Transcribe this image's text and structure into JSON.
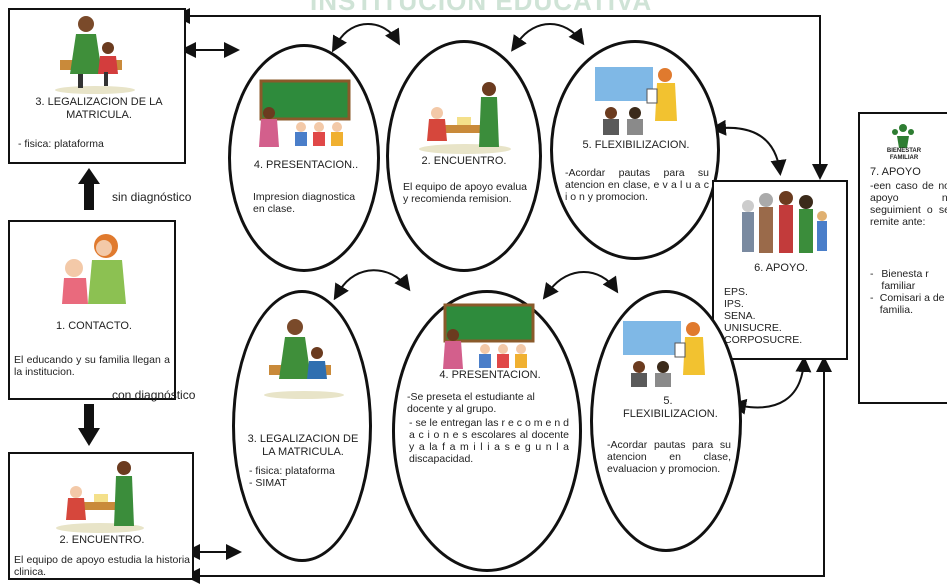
{
  "watermark": "INSTITUCION EDUCATIVA",
  "labels": {
    "sin_diagnostico": "sin diagnóstico",
    "con_diagnostico": "con diagnóstico"
  },
  "top_row": {
    "legalizacion": {
      "title": "3. LEGALIZACION DE LA MATRICULA.",
      "text": "- fisica: plataforma"
    },
    "presentacion": {
      "title": "4. PRESENTACION..",
      "text": "Impresion diagnostica en clase."
    },
    "encuentro": {
      "title": "2. ENCUENTRO.",
      "text": "El equipo de apoyo evalua y recomienda remision."
    },
    "flexibilizacion": {
      "title": "5. FLEXIBILIZACION.",
      "text": "-Acordar pautas para su atencion en clase, e v a l u a c i o n y promocion."
    }
  },
  "contacto": {
    "title": "1. CONTACTO.",
    "text": "El educando y su familia llegan a la institucion."
  },
  "apoyo": {
    "title": "6. APOYO.",
    "items": [
      "EPS.",
      "IPS.",
      "SENA.",
      "UNISUCRE.",
      "CORPOSUCRE."
    ]
  },
  "bienestar": {
    "logo_text": "BIENESTAR FAMILIAR",
    "title": "7. APOYO",
    "text": "-een caso de no apoyo ni seguimient o se remite ante:",
    "items": [
      "Bienesta r familiar",
      "Comisari a de familia."
    ]
  },
  "bottom_row": {
    "encuentro": {
      "title": "2. ENCUENTRO.",
      "text": "El equipo de apoyo estudia la historia clinica."
    },
    "legalizacion": {
      "title": "3. LEGALIZACION DE LA MATRICULA.",
      "items": [
        "fisica: plataforma",
        "SIMAT"
      ]
    },
    "presentacion": {
      "title": "4. PRESENTACION.",
      "text1": "-Se preseta el estudiante al docente y al grupo.",
      "text2": "- se le entregan las r e c o m e n d a c i o n e s escolares al docente y a la f a m i l i a s e g u n l a discapacidad."
    },
    "flexibilizacion": {
      "title": "5. FLEXIBILIZACION.",
      "text": "-Acordar pautas para su atencion en clase, evaluacion y promocion."
    }
  },
  "colors": {
    "line": "#111111",
    "watermark": "#cfe3d6",
    "board_green": "#2e8b3c",
    "sky_blue": "#7fb8e6"
  }
}
